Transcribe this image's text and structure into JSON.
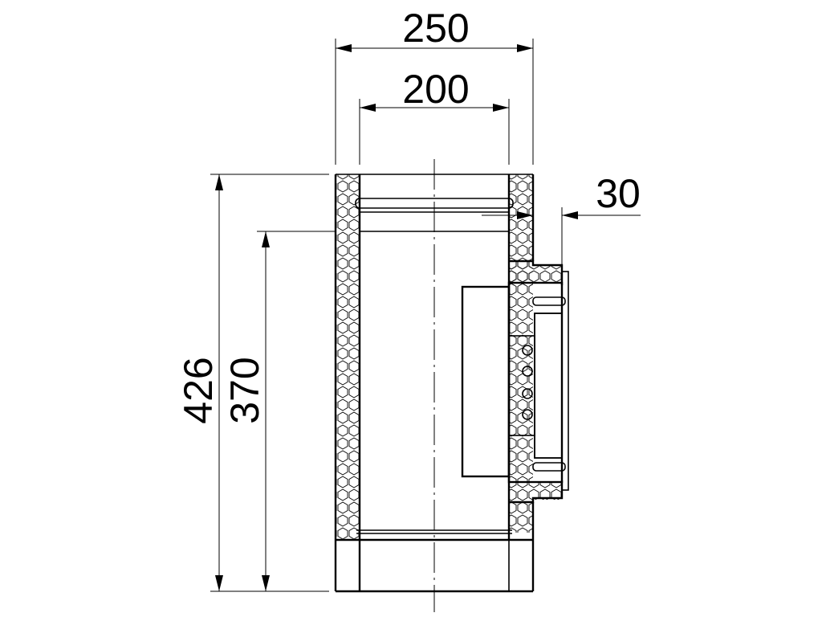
{
  "dimensions": {
    "outer_width": "250",
    "inner_width": "200",
    "door_offset": "30",
    "overall_height": "426",
    "pipe_height": "370"
  }
}
